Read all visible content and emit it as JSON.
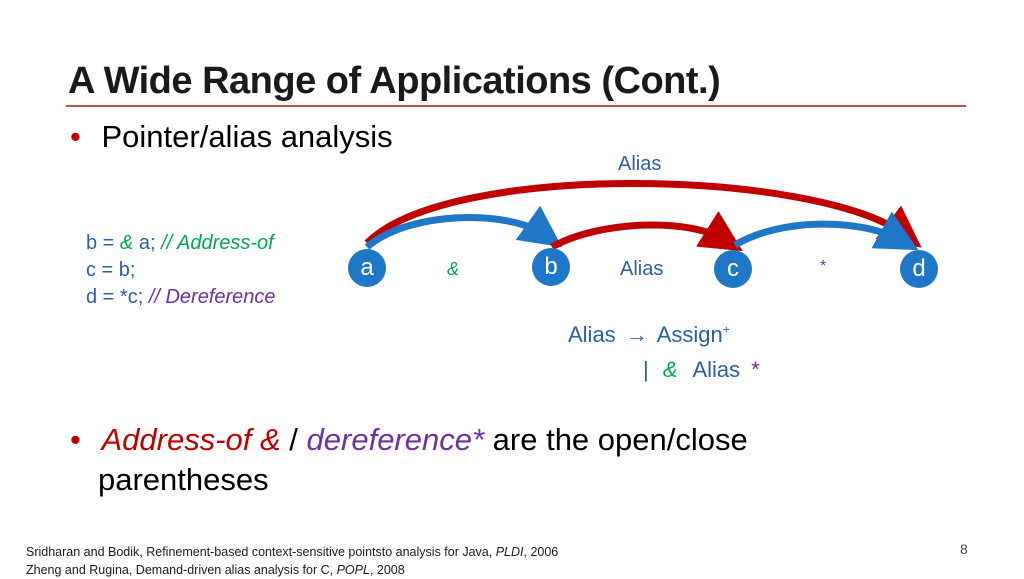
{
  "title": "A Wide Range of Applications (Cont.)",
  "bullet1": "Pointer/alias analysis",
  "code": {
    "line1": {
      "stmt_pre": "b = ",
      "amp": "&",
      "stmt_post": " a; ",
      "comment": "// Address-of"
    },
    "line2": {
      "stmt": "c = b;"
    },
    "line3": {
      "stmt": "d = *c;  ",
      "comment": "// Dereference"
    }
  },
  "graph": {
    "top_label": "Alias",
    "nodes": [
      "a",
      "b",
      "c",
      "d"
    ],
    "edge_ab": "&",
    "edge_bc": "Alias",
    "edge_cd": "*"
  },
  "grammar": {
    "line1_lhs": "Alias",
    "line1_arrow": "→",
    "line1_rhs": "Assign",
    "line1_sup": "+",
    "line2_bar": "|",
    "line2_amp": "&",
    "line2_rhs": "Alias",
    "line2_star": "*"
  },
  "bullet2": {
    "part1": "Address-of &",
    "sep": " / ",
    "part2": "dereference*",
    "part3": " are the open/close",
    "line2": "parentheses"
  },
  "references": [
    {
      "pre": "Sridharan and Bodik, Refinement-based context-sensitive pointsto analysis for Java, ",
      "venue": "PLDI",
      "post": ", 2006"
    },
    {
      "pre": "Zheng and Rugina, Demand-driven alias analysis for C, ",
      "venue": "POPL",
      "post": ", 2008"
    }
  ],
  "page_number": "8",
  "colors": {
    "red": "#c00000",
    "blue": "#1f77c8",
    "green": "#00a651",
    "purple": "#7030a0"
  }
}
